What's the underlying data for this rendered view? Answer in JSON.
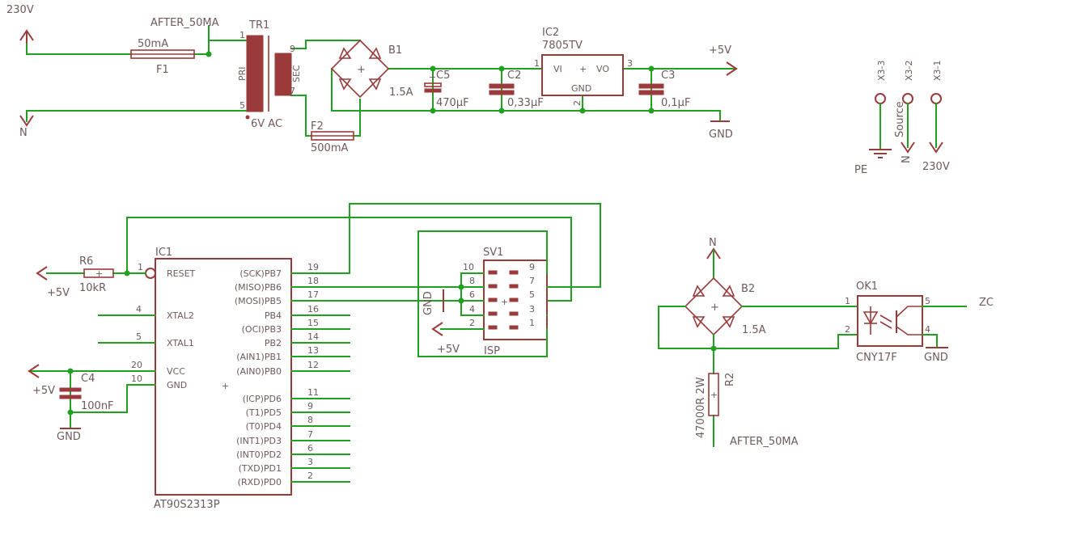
{
  "power": {
    "in_230v": "230V",
    "in_n": "N",
    "after_50ma": "AFTER_50MA",
    "f1_name": "F1",
    "f1_value": "50mA",
    "tr1_name": "TR1",
    "tr1_pin1": "1",
    "tr1_pin5": "5",
    "tr1_pin9": "9",
    "tr1_pin7": "7",
    "tr1_pri": "PRI",
    "tr1_sec": "SEC",
    "tr1_value": "6V AC",
    "f2_name": "F2",
    "f2_value": "500mA",
    "b1_name": "B1",
    "b1_value": "1.5A",
    "c5_name": "C5",
    "c5_value": "470µF",
    "c2_name": "C2",
    "c2_value": "0,33µF",
    "ic2_name": "IC2",
    "ic2_value": "7805TV",
    "ic2_vi": "VI",
    "ic2_vo": "VO",
    "ic2_gnd": "GND",
    "ic2_pin1": "1",
    "ic2_pin2": "2",
    "ic2_pin3": "3",
    "c3_name": "C3",
    "c3_value": "0,1µF",
    "out_5v": "+5V",
    "gnd": "GND"
  },
  "connector": {
    "x33": "X3-3",
    "x32": "X3-2",
    "x31": "X3-1",
    "source": "Source",
    "pe": "PE",
    "n": "N",
    "v230": "230V"
  },
  "mcu": {
    "name": "IC1",
    "value": "AT90S2313P",
    "r6_name": "R6",
    "r6_value": "10kR",
    "supply_5v": "+5V",
    "c4_name": "C4",
    "c4_value": "100nF",
    "c4_supply": "+5V",
    "c4_gnd": "GND",
    "left_pins": [
      {
        "label": "RESET",
        "num": "1"
      },
      {
        "label": "XTAL2",
        "num": "4"
      },
      {
        "label": "XTAL1",
        "num": "5"
      },
      {
        "label": "VCC",
        "num": "20"
      },
      {
        "label": "GND",
        "num": "10"
      }
    ],
    "right_pins": [
      {
        "label": "(SCK)PB7",
        "num": "19"
      },
      {
        "label": "(MISO)PB6",
        "num": "18"
      },
      {
        "label": "(MOSI)PB5",
        "num": "17"
      },
      {
        "label": "PB4",
        "num": "16"
      },
      {
        "label": "(OCI)PB3",
        "num": "15"
      },
      {
        "label": "PB2",
        "num": "14"
      },
      {
        "label": "(AIN1)PB1",
        "num": "13"
      },
      {
        "label": "(AIN0)PB0",
        "num": "12"
      },
      {
        "label": "(ICP)PD6",
        "num": "11"
      },
      {
        "label": "(T1)PD5",
        "num": "9"
      },
      {
        "label": "(T0)PD4",
        "num": "8"
      },
      {
        "label": "(INT1)PD3",
        "num": "7"
      },
      {
        "label": "(INT0)PD2",
        "num": "6"
      },
      {
        "label": "(TXD)PD1",
        "num": "3"
      },
      {
        "label": "(RXD)PD0",
        "num": "2"
      }
    ]
  },
  "isp": {
    "name": "SV1",
    "value": "ISP",
    "gnd": "GND",
    "supply": "+5V",
    "left_nums": [
      "10",
      "8",
      "6",
      "4",
      "2"
    ],
    "right_nums": [
      "9",
      "7",
      "5",
      "3",
      "1"
    ]
  },
  "zero_cross": {
    "n": "N",
    "b2_name": "B2",
    "b2_value": "1.5A",
    "r2_name": "R2",
    "r2_value": "47000R 2W",
    "after_50ma": "AFTER_50MA",
    "ok1_name": "OK1",
    "ok1_value": "CNY17F",
    "ok1_pin1": "1",
    "ok1_pin2": "2",
    "ok1_pin4": "4",
    "ok1_pin5": "5",
    "zc": "ZC",
    "gnd": "GND"
  },
  "colors": {
    "wire": "#22a022",
    "symbol": "#9b3a3a",
    "text": "#6e5a5a",
    "background": "#ffffff"
  }
}
